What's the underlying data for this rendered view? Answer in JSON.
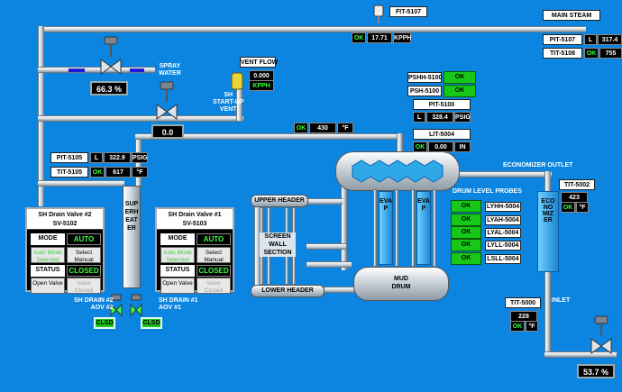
{
  "title_tag": "MAIN STEAM",
  "fit5107": {
    "tag": "FIT-5107",
    "status": "OK",
    "value": "17.71",
    "unit": "KPPH"
  },
  "pit5107": {
    "tag": "PIT-5107",
    "mode": "L",
    "value": "317.4"
  },
  "tit5108": {
    "tag": "TIT-5108",
    "status": "OK",
    "value": "755"
  },
  "spray": {
    "label_line1": "SPRAY",
    "label_line2": "WATER",
    "percent": "66.3 %"
  },
  "startup": {
    "label_line1": "SH",
    "label_line2": "START-UP",
    "label_line3": "VENT",
    "value": "0.0"
  },
  "vent_flow": {
    "title": "VENT FLOW",
    "value": "0.000",
    "unit": "KPPH"
  },
  "psh5100": {
    "tag": "PSHH-5100",
    "status": "OK"
  },
  "psh5100b": {
    "tag": "PSH-5100",
    "status": "OK"
  },
  "pit5100": {
    "tag": "PIT-5100",
    "mode": "L",
    "value": "328.4",
    "unit": "PSIG"
  },
  "lit5004": {
    "tag": "LIT-5004",
    "status": "OK",
    "value": "0.00",
    "unit": "IN"
  },
  "top_line": {
    "status": "OK",
    "value": "430",
    "unit": "°F"
  },
  "pit5105": {
    "tag": "PIT-5105",
    "mode": "L",
    "value": "322.9",
    "unit": "PSIG"
  },
  "tit5105": {
    "tag": "TIT-5105",
    "status": "OK",
    "value": "617",
    "unit": "°F"
  },
  "economizer_outlet": "ECONOMIZER OUTLET",
  "tit5002": {
    "tag": "TIT-5002",
    "value": "423",
    "status": "OK",
    "unit": "°F"
  },
  "drum_probes": {
    "title": "DRUM LEVEL PROBES",
    "items": [
      {
        "status": "OK",
        "tag": "LYHH-5004"
      },
      {
        "status": "OK",
        "tag": "LYAH-5004"
      },
      {
        "status": "OK",
        "tag": "LYAL-5004"
      },
      {
        "status": "OK",
        "tag": "LYLL-5004"
      },
      {
        "status": "OK",
        "tag": "LSLL-5004"
      }
    ]
  },
  "vessels": {
    "upper_header": "UPPER HEADER",
    "lower_header": "LOWER HEADER",
    "mud_drum_1": "MUD",
    "mud_drum_2": "DRUM",
    "screen_wall_1": "SCREEN",
    "screen_wall_2": "WALL",
    "screen_wall_3": "SECTION",
    "superheater": "SUPERHEATER",
    "evap": "EVAP",
    "economizer": "ECONOMIZER"
  },
  "inlet": "INLET",
  "tit5000": {
    "tag": "TIT-5000",
    "value": "228",
    "status": "OK",
    "unit": "°F"
  },
  "eco_valve": {
    "percent": "53.7 %"
  },
  "drain2": {
    "title1": "SH Drain Valve #2",
    "title2": "SV-5102",
    "mode_label": "MODE",
    "mode_value": "AUTO",
    "btn_auto": "Auto Mode Selected",
    "btn_manual": "Select Manual Mode",
    "status_label": "STATUS",
    "status_value": "CLOSED",
    "btn_open": "Open Valve",
    "btn_close": "Valve Closed"
  },
  "drain1": {
    "title1": "SH Drain Valve #1",
    "title2": "SV-5103",
    "mode_label": "MODE",
    "mode_value": "AUTO",
    "btn_auto": "Auto Mode Selected",
    "btn_manual": "Select Manual Mode",
    "status_label": "STATUS",
    "status_value": "CLOSED",
    "btn_open": "Open Valve",
    "btn_close": "Valve Closed"
  },
  "drain_labels": {
    "d2_l1": "SH DRAIN #2",
    "d2_l2": "AOV #2",
    "d1_l1": "SH DRAIN #1",
    "d1_l2": "AOV #1",
    "clsd": "CLSD"
  },
  "colors": {
    "background": "#0b85e0",
    "ok_green": "#18c818",
    "text_green": "#3cff3c"
  }
}
